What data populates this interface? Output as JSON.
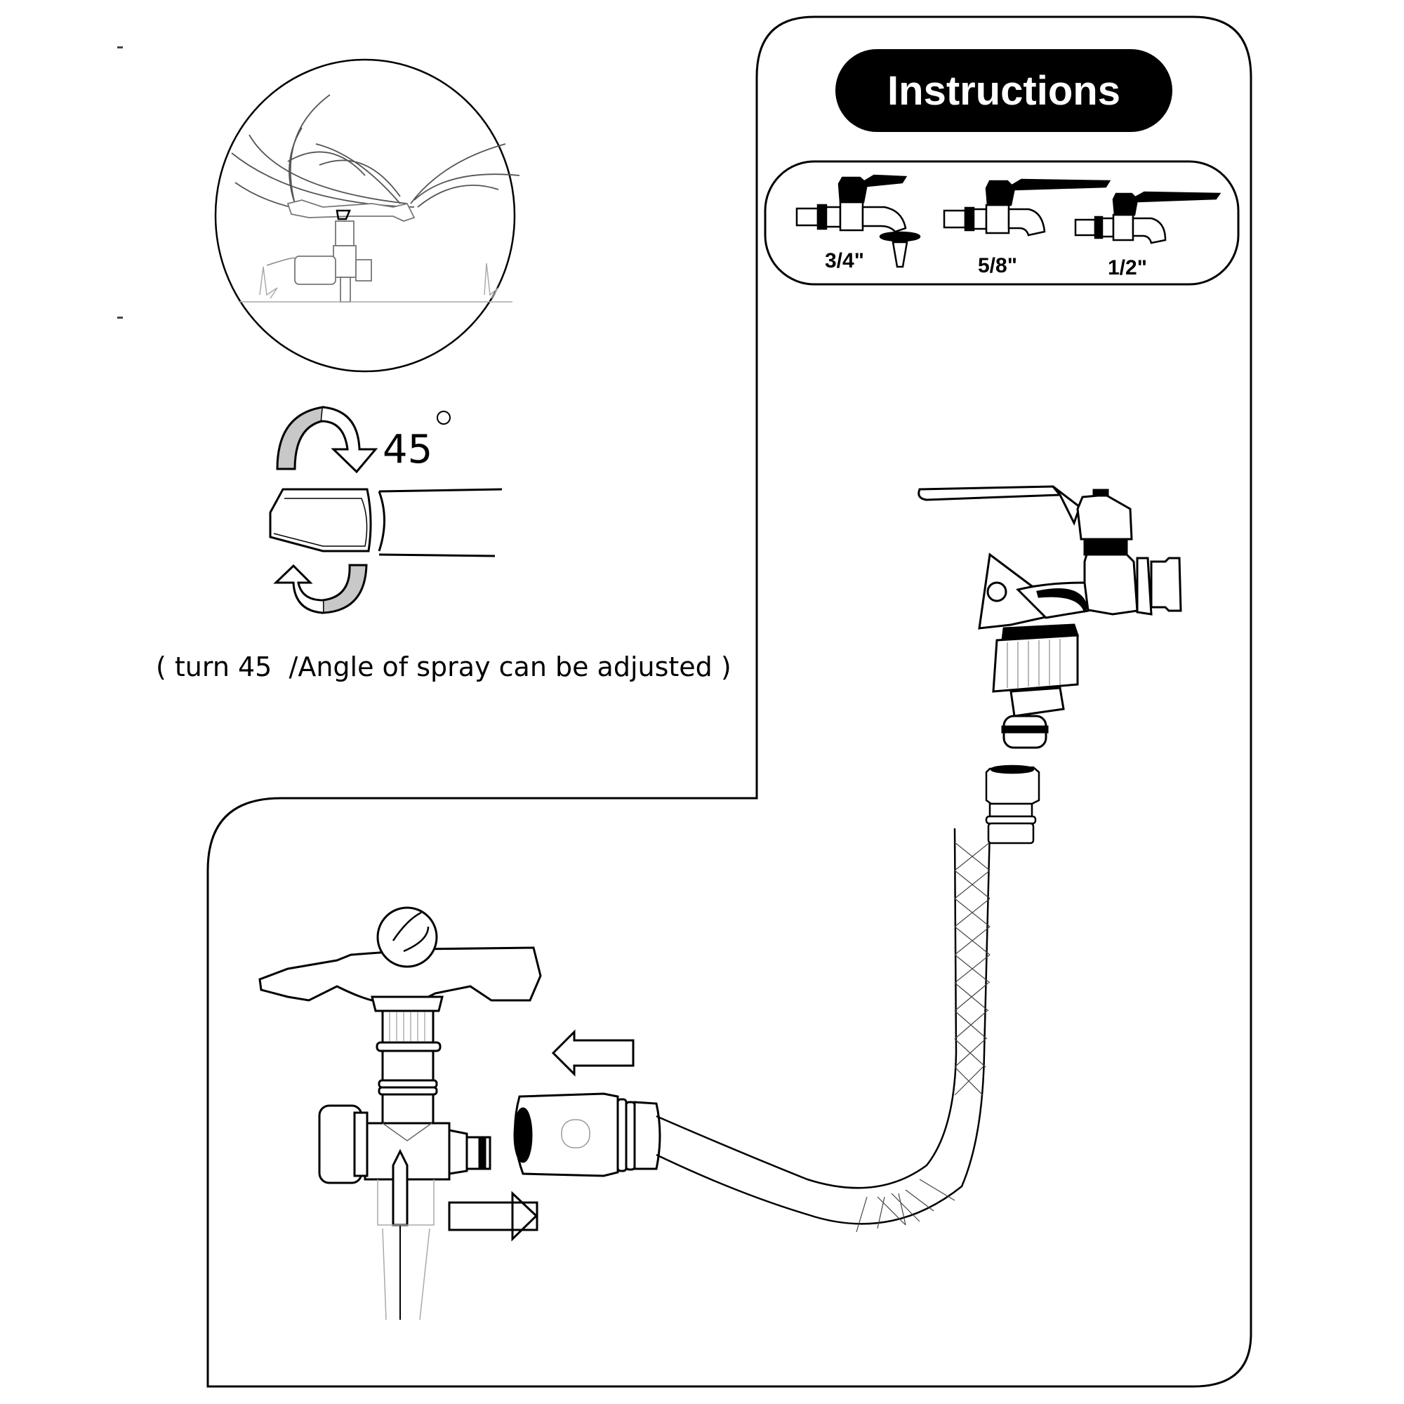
{
  "header": {
    "title": "Instructions"
  },
  "faucet_sizes": [
    {
      "label": "3/4\"",
      "has_hose_adapter": true
    },
    {
      "label": "5/8\"",
      "has_hose_adapter": false
    },
    {
      "label": "1/2\"",
      "has_hose_adapter": false
    }
  ],
  "rotation": {
    "angle_label": "45",
    "caption": "( turn 45  /Angle of spray can be adjusted )"
  },
  "steps": {
    "push_arrow": "left",
    "pull_arrow": "right"
  },
  "colors": {
    "ink": "#000000",
    "background": "#ffffff",
    "arrow_fill": "#c8c8c8",
    "light_line": "#9a9a9a"
  }
}
